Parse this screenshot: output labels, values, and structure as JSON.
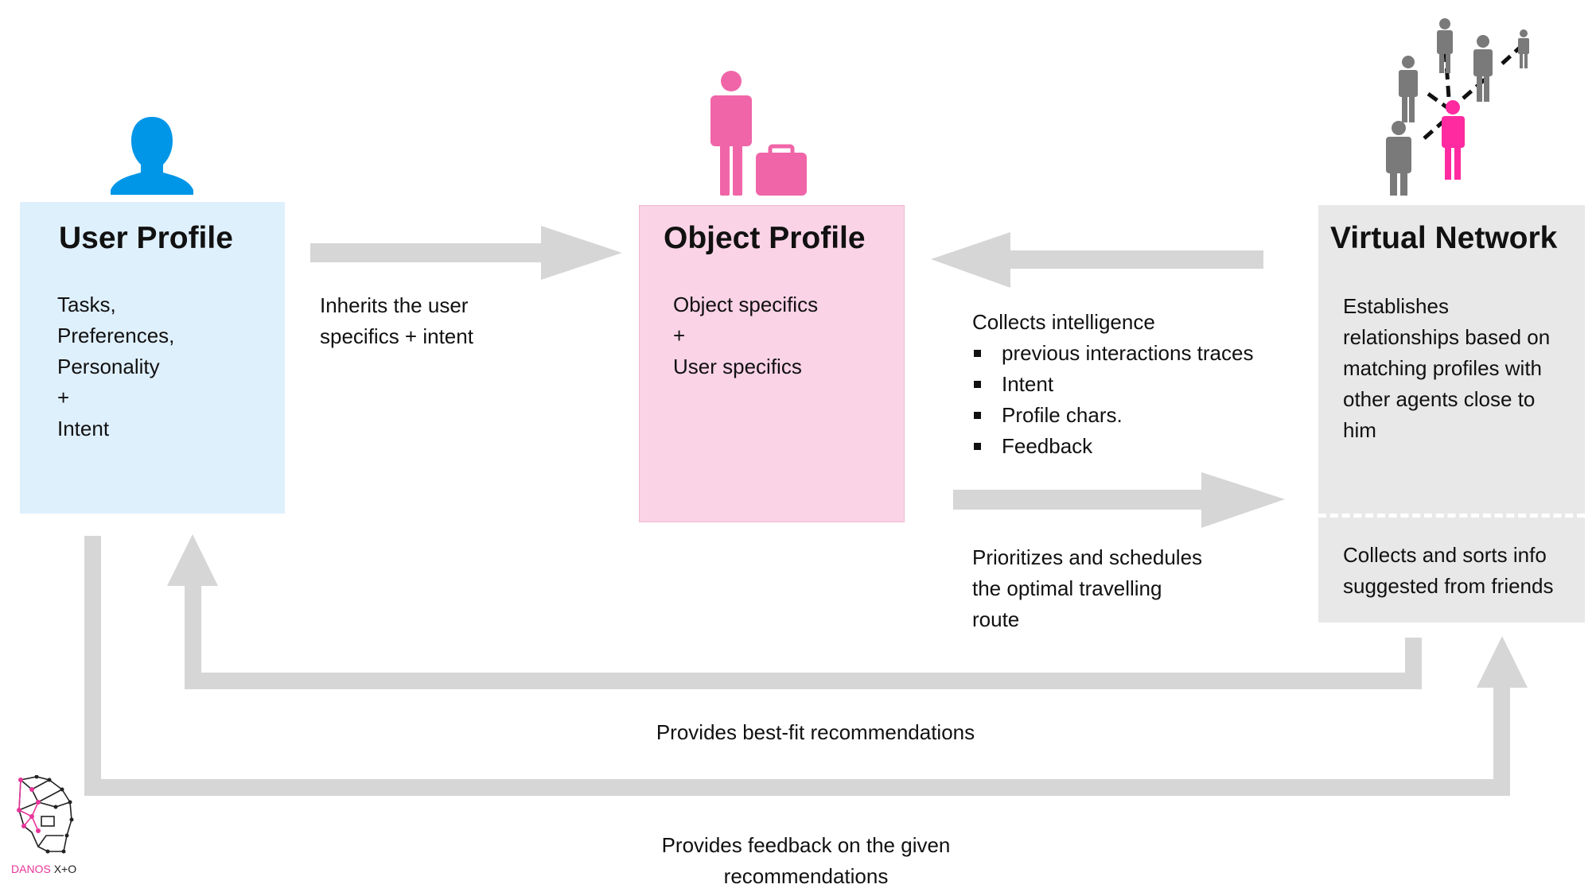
{
  "colors": {
    "user_blue": "#0096e8",
    "object_pink": "#f065a8",
    "network_pink": "#ff2aa0",
    "person_gray": "#7a7a7a",
    "arrow_gray": "#d6d6d6",
    "user_box": "#dff0fd",
    "object_box": "#fad3e6",
    "network_box": "#e8e8e8"
  },
  "icons": {
    "user": "user-silhouette-icon",
    "object": "traveller-with-luggage-icon",
    "network": "people-network-icon",
    "logo": "danos-face-logo-icon"
  },
  "user_profile": {
    "title": "User Profile",
    "lines": [
      "Tasks,",
      "Preferences,",
      "Personality",
      "+",
      "Intent"
    ]
  },
  "object_profile": {
    "title": "Object Profile",
    "lines": [
      "Object specifics",
      "+",
      "User specifics"
    ]
  },
  "virtual_network": {
    "title": "Virtual Network",
    "lines": [
      "Establishes",
      "relationships based on",
      "matching profiles with",
      "other agents close to",
      "him"
    ],
    "lower_lines": [
      "Collects and sorts info",
      "suggested from friends"
    ]
  },
  "connections": {
    "inherits": [
      "Inherits the user",
      "specifics + intent"
    ],
    "collects_heading": "Collects intelligence",
    "collects_items": [
      "previous interactions traces",
      "Intent",
      "Profile chars.",
      "Feedback"
    ],
    "prioritizes": [
      "Prioritizes and schedules",
      "the optimal travelling",
      "route"
    ],
    "recommendations": "Provides best-fit recommendations",
    "feedback": [
      "Provides feedback on the given",
      "recommendations"
    ]
  },
  "logo": {
    "brand": "DANOS",
    "suffix": "X+O"
  }
}
